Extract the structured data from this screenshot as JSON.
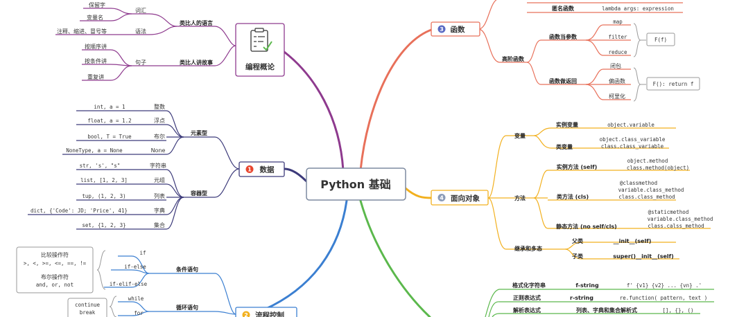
{
  "center": {
    "title": "Python 基础"
  },
  "sections": {
    "concepts": {
      "label": "编程概论",
      "color": "#8e3a8e"
    },
    "functions": {
      "label": "函数",
      "badge": "3",
      "color": "#e8705a"
    },
    "data": {
      "label": "数据",
      "badge": "1",
      "color": "#3c3a7a"
    },
    "oop": {
      "label": "面向对象",
      "badge": "4",
      "color": "#f2b01e"
    },
    "flow": {
      "label": "流程控制",
      "badge": "2",
      "color": "#3b7fd1"
    },
    "more": {
      "color": "#5bb84c"
    }
  },
  "concepts": {
    "lang": "类比人的语言",
    "vocab": "词汇",
    "grammar": "语法",
    "reserved": "保留字",
    "varname": "变量名",
    "syntax_items": "注释、缩进、冒号等",
    "story": "类比人讲故事",
    "sentence": "句子",
    "seq": "按顺序讲",
    "cond": "按条件讲",
    "repeat": "重复讲"
  },
  "functions": {
    "anon": "匿名函数",
    "lambda": "lambda args: expression",
    "higher": "高阶函数",
    "as_param": "函数当参数",
    "map": "map",
    "filter": "filter",
    "reduce": "reduce",
    "ff": "F(f)",
    "as_return": "函数做返回",
    "closure": "闭包",
    "partial": "偏函数",
    "curry": "柯里化",
    "fret": "F(): return f"
  },
  "data": {
    "elem": "元素型",
    "container": "容器型",
    "rows": [
      {
        "code": "int, a = 1",
        "type": "整数"
      },
      {
        "code": "float, a = 1.2",
        "type": "浮点"
      },
      {
        "code": "bool, T = True",
        "type": "布尔"
      },
      {
        "code": "NoneType, a = None",
        "type": "None"
      },
      {
        "code": "str, 's', \"s\"",
        "type": "字符串"
      },
      {
        "code": "list, [1, 2, 3]",
        "type": "元组"
      },
      {
        "code": "tup, (1, 2, 3)",
        "type": "列表"
      },
      {
        "code": "dict, {'Code': JD; 'Price', 41}",
        "type": "字典"
      },
      {
        "code": "set, {1, 2, 3}",
        "type": "集合"
      }
    ]
  },
  "oop": {
    "var": "变量",
    "inst_var": "实例变量",
    "inst_var_code": "object.variable",
    "cls_var": "类变量",
    "cls_var_code1": "object.class_variable",
    "cls_var_code2": "class.class_variable",
    "method": "方法",
    "inst_method": "实例方法 (self)",
    "inst_method_code1": "object.method",
    "inst_method_code2": "class.method(object)",
    "cls_method": "类方法 (cls)",
    "cls_method_code1": "@classmethod",
    "cls_method_code2": "variable.class_method",
    "cls_method_code3": "class.class_method",
    "static_method": "静态方法 (no self/cls)",
    "static_code1": "@staticmethod",
    "static_code2": "variable.class_method",
    "static_code3": "class.calss_method",
    "inherit": "继承和多态",
    "parent": "父类",
    "parent_code": "__init__(self)",
    "child": "子类",
    "child_code": "super()__init__(self)"
  },
  "more": {
    "fmt": "格式化字符串",
    "fstring": "f-string",
    "fstring_code": "f' {v1}  {v2} ... {vn} .'",
    "regex": "正则表达式",
    "rstring": "r-string",
    "regex_code": "re.function( pattern, text )",
    "parse": "解析表达式",
    "parse_desc": "列表、字典和集合解析式",
    "parse_code": "[], {}, ()"
  },
  "flow": {
    "cond_stmt": "条件语句",
    "if": "if",
    "ifelse": "if-else",
    "ifelif": "if-elif-else",
    "cmp_title": "比较操作符",
    "cmp_ops": ">, <, >=, <=, ==, !=",
    "bool_title": "布尔操作符",
    "bool_ops": "and, or, not",
    "loop_stmt": "循环语句",
    "while": "while",
    "for": "for",
    "continue": "continue",
    "break": "break"
  }
}
